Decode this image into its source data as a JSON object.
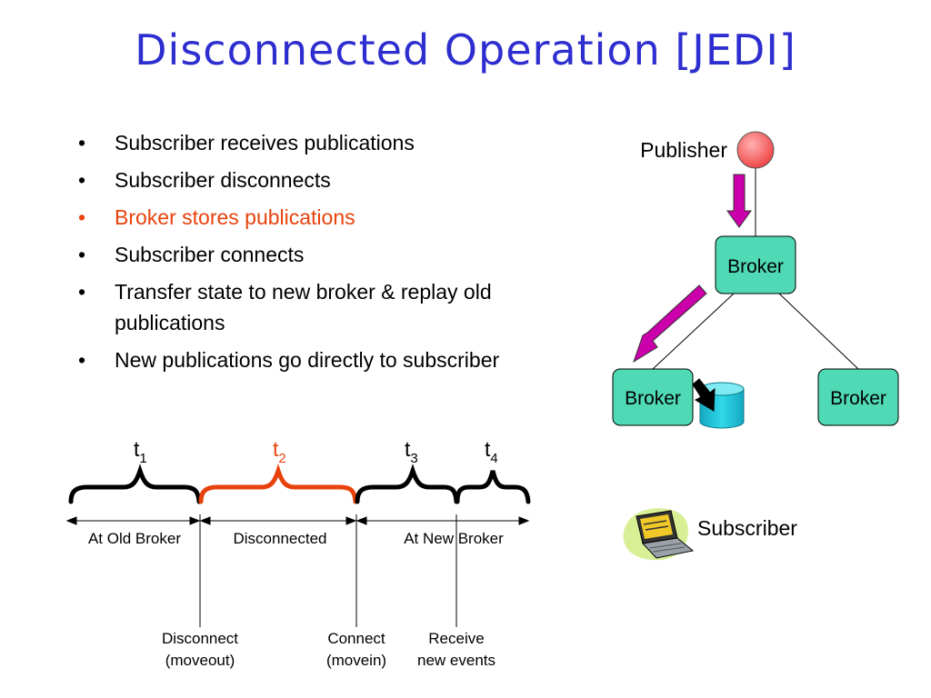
{
  "title": "Disconnected Operation [JEDI]",
  "bullets": [
    {
      "text": "Subscriber receives publications",
      "highlight": false
    },
    {
      "text": "Subscriber disconnects",
      "highlight": false
    },
    {
      "text": "Broker stores publications",
      "highlight": true
    },
    {
      "text": "Subscriber connects",
      "highlight": false
    },
    {
      "text": "Transfer state to new broker & replay old publications",
      "highlight": false
    },
    {
      "text": "New publications go directly to subscriber",
      "highlight": false
    }
  ],
  "network": {
    "publisher_label": "Publisher",
    "broker_top": "Broker",
    "broker_left": "Broker",
    "broker_right": "Broker",
    "subscriber_label": "Subscriber"
  },
  "timeline": {
    "periods": [
      {
        "t": "t",
        "sub": "1",
        "color": "#000000"
      },
      {
        "t": "t",
        "sub": "2",
        "color": "#e8420c"
      },
      {
        "t": "t",
        "sub": "3",
        "color": "#000000"
      },
      {
        "t": "t",
        "sub": "4",
        "color": "#000000"
      }
    ],
    "spans": [
      "At Old Broker",
      "Disconnected",
      "At New Broker"
    ],
    "events": [
      {
        "line1": "Disconnect",
        "line2": "(moveout)"
      },
      {
        "line1": "Connect",
        "line2": "(movein)"
      },
      {
        "line1": "Receive",
        "line2": "new events"
      }
    ]
  },
  "colors": {
    "title": "#2e2ed0",
    "highlight": "#e8420c",
    "broker_fill": "#4fd9b4",
    "publisher_fill": "#f05050",
    "arrow_magenta": "#cc00aa",
    "database_fill": "#1fc8d8"
  }
}
